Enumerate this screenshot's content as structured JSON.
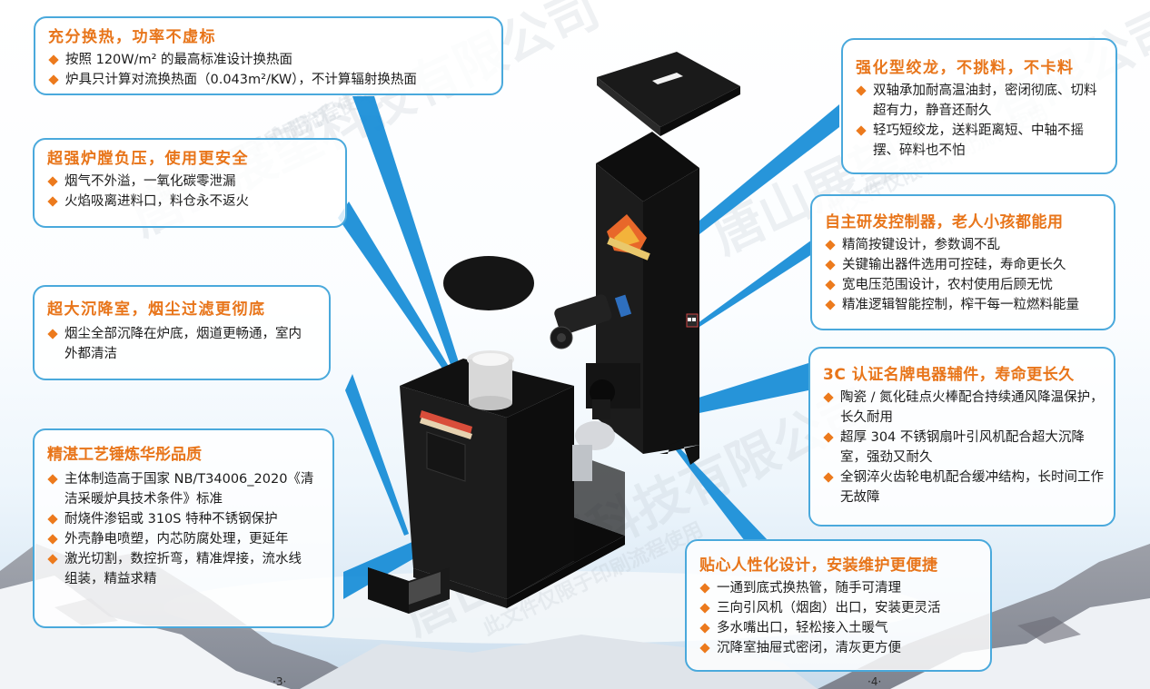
{
  "callouts": [
    {
      "id": "heat-exchange",
      "title": "充分换热，功率不虚标",
      "items": [
        "按照 120W/m² 的最高标准设计换热面",
        "炉具只计算对流换热面（0.043m²/KW），不计算辐射换热面"
      ]
    },
    {
      "id": "negative-pressure",
      "title": "超强炉膛负压，使用更安全",
      "items": [
        "烟气不外溢，一氧化碳零泄漏",
        "火焰吸离进料口，料仓永不返火"
      ]
    },
    {
      "id": "settling-chamber",
      "title": "超大沉降室，烟尘过滤更彻底",
      "items": [
        "烟尘全部沉降在炉底，烟道更畅通，室内外都清洁"
      ]
    },
    {
      "id": "craftsmanship",
      "title": "精湛工艺锤炼华彤品质",
      "items": [
        "主体制造高于国家 NB/T34006_2020《清洁采暖炉具技术条件》标准",
        "耐烧件渗铝或 310S 特种不锈钢保护",
        "外壳静电喷塑，内芯防腐处理，更延年",
        "激光切割，数控折弯，精准焊接，流水线组装，精益求精"
      ]
    },
    {
      "id": "auger",
      "title": "强化型绞龙，不挑料，不卡料",
      "items": [
        "双轴承加耐高温油封，密闭彻底、切料超有力，静音还耐久",
        "轻巧短绞龙，送料距离短、中轴不摇摆、碎料也不怕"
      ]
    },
    {
      "id": "controller",
      "title": "自主研发控制器，老人小孩都能用",
      "items": [
        "精简按键设计，参数调不乱",
        "关键输出器件选用可控硅，寿命更长久",
        "宽电压范围设计，农村使用后顾无忧",
        "精准逻辑智能控制，榨干每一粒燃料能量"
      ]
    },
    {
      "id": "electrical-parts",
      "title": "3C 认证名牌电器辅件，寿命更长久",
      "items": [
        "陶瓷 / 氮化硅点火棒配合持续通风降温保护，长久耐用",
        "超厚 304 不锈钢扇叶引风机配合超大沉降室，强劲又耐久",
        "全钢淬火齿轮电机配合缓冲结构，长时间工作无故障"
      ]
    },
    {
      "id": "user-friendly",
      "title": "贴心人性化设计，安装维护更便捷",
      "items": [
        "一通到底式换热管，随手可清理",
        "三向引风机（烟囱）出口，安装更灵活",
        "多水嘴出口，轻松接入土暖气",
        "沉降室抽屉式密闭，清灰更方便"
      ]
    }
  ],
  "page_numbers": {
    "left": "·3·",
    "right": "·4·"
  },
  "watermark": {
    "large": "唐山展望科技有限公司",
    "small": "此文件仅限于印刷流程使用"
  },
  "colors": {
    "title_orange": "#e8751a",
    "bullet_orange": "#ec7a1d",
    "border_blue": "#4aa9dc",
    "beam_blue": "#1b8fd8"
  }
}
